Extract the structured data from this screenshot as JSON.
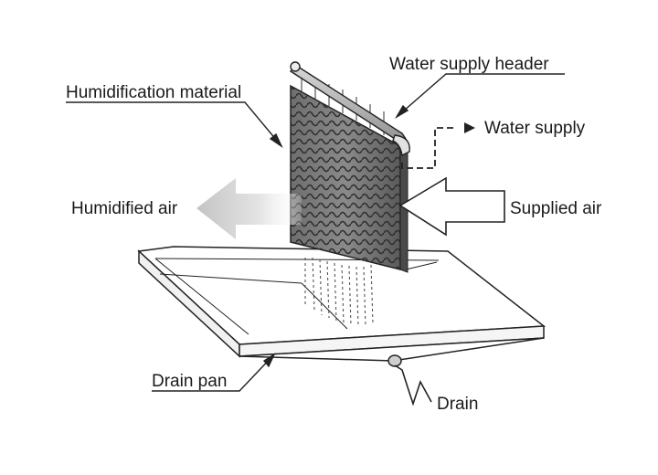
{
  "labels": {
    "water_supply_header": "Water supply header",
    "humidification_material": "Humidification material",
    "water_supply": "Water supply",
    "humidified_air": "Humidified air",
    "supplied_air": "Supplied air",
    "drain_pan": "Drain pan",
    "drain": "Drain"
  }
}
